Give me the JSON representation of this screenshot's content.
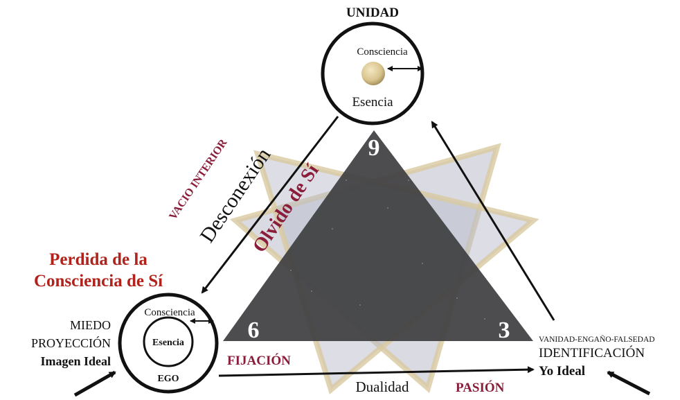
{
  "title": "UNIDAD",
  "top_circle": {
    "label_top": "Consciencia",
    "label_bottom": "Esencia"
  },
  "bottom_circle": {
    "label_top": "Consciencia",
    "label_inner": "Esencia",
    "label_bottom": "EGO"
  },
  "vertices": {
    "top": "9",
    "left": "6",
    "right": "3"
  },
  "left_side": {
    "vacio": "VACIO INTERIOR",
    "desconexion": "Desconexión",
    "olvido": "Olvido de Sí",
    "perdida_line1": "Perdida de la",
    "perdida_line2": "Consciencia de Sí"
  },
  "left_labels": {
    "miedo": "MIEDO",
    "proyeccion": "PROYECCIÓN",
    "imagen": "Imagen Ideal"
  },
  "right_labels": {
    "vanidad": "VANIDAD-ENGAÑO-FALSEDAD",
    "identificacion": "IDENTIFICACIÓN",
    "yo": "Yo Ideal"
  },
  "bottom_labels": {
    "fijacion": "FIJACIÓN",
    "dualidad": "Dualidad",
    "pasion": "PASIÓN"
  },
  "colors": {
    "crimson": "#8a1d3a",
    "red_title": "#b0221c",
    "triangle": "#3f3f42",
    "ghost": "#b9bccb",
    "ghost_edge": "#d8c9a0",
    "ink": "#111111"
  }
}
